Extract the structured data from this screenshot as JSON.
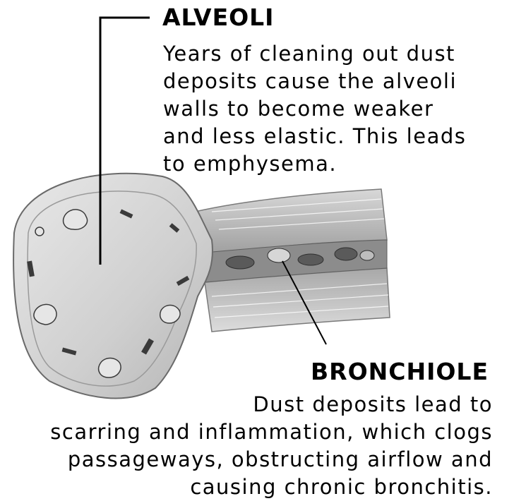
{
  "alveoli": {
    "title": "ALVEOLI",
    "lines": [
      "Years of cleaning out dust",
      "deposits cause the alveoli",
      "walls to become weaker",
      "and less elastic. This leads",
      "to emphysema."
    ]
  },
  "bronchiole": {
    "title": "BRONCHIOLE",
    "lines": [
      "Dust deposits lead to",
      "scarring and inflammation, which clogs",
      "passageways, obstructing airflow and",
      "causing chronic bronchitis."
    ]
  }
}
